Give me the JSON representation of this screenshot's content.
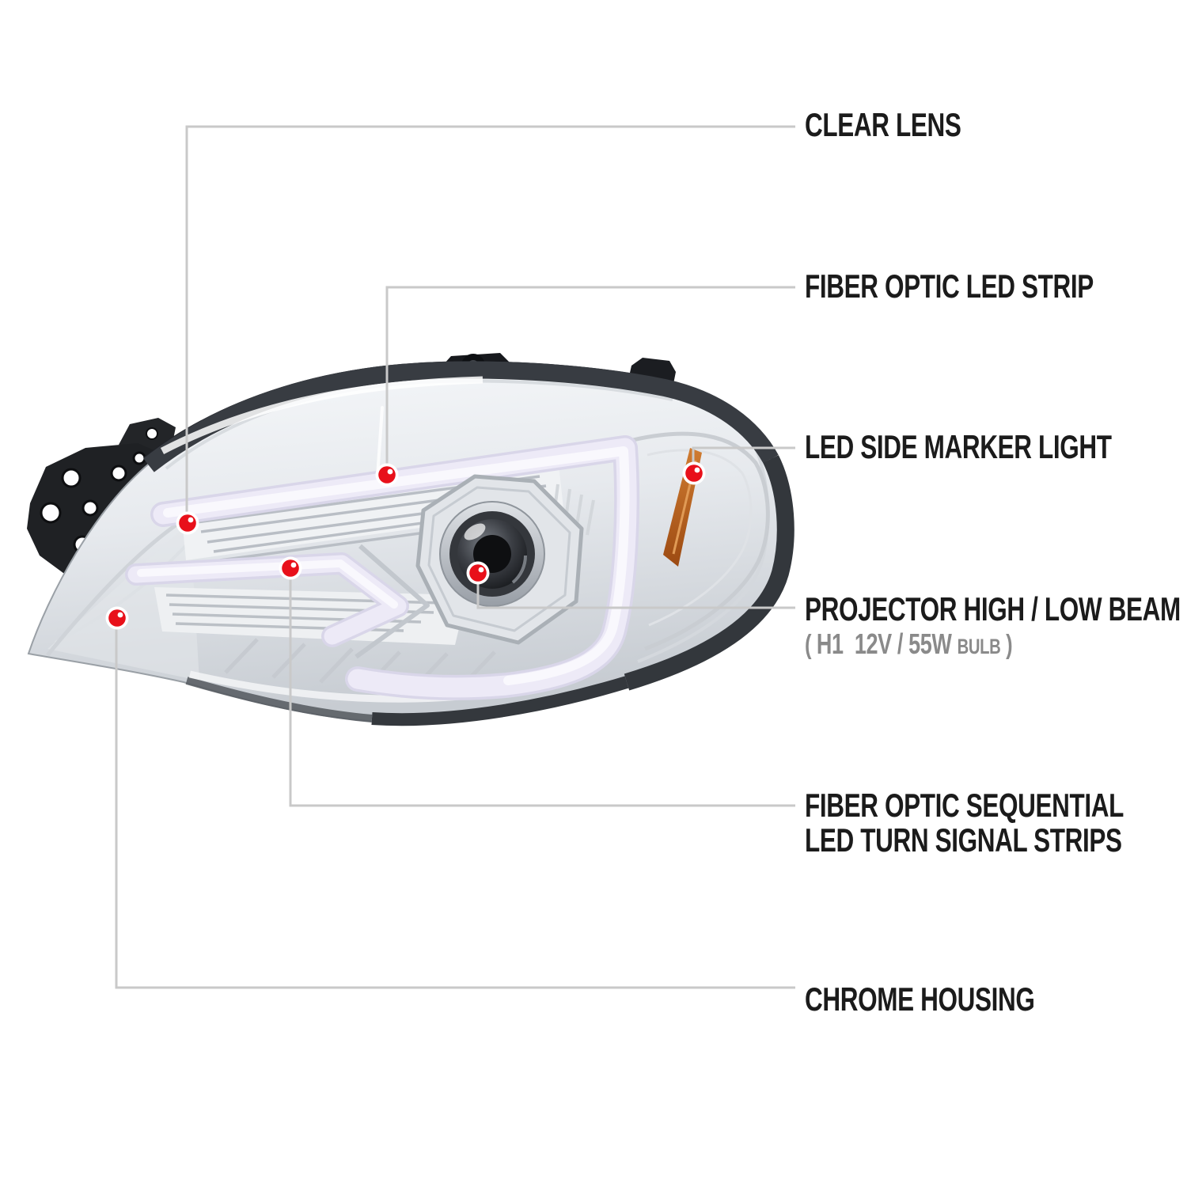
{
  "diagram": {
    "subject": "Projector headlight feature callout diagram",
    "colors": {
      "callout_dot": "#e8101a",
      "callout_line": "#c9c9c9",
      "label_text": "#1b1b1b",
      "spec_text": "#8a8a8a",
      "amber_marker": "#c06a28",
      "led_bar": "#edeaf7",
      "chrome_light": "#f2f4f6",
      "chrome_dark": "#33373c"
    },
    "callouts": [
      {
        "id": "clear-lens",
        "label": "CLEAR LENS"
      },
      {
        "id": "fiber-optic-led-strip",
        "label": "FIBER OPTIC LED STRIP"
      },
      {
        "id": "led-side-marker-light",
        "label": "LED SIDE MARKER LIGHT"
      },
      {
        "id": "projector-high-low-beam",
        "label": "PROJECTOR HIGH / LOW BEAM",
        "spec_open": "( ",
        "spec_value": "H1  12V / 55W ",
        "spec_unit": "BULB",
        "spec_close": " )"
      },
      {
        "id": "fiber-optic-sequential-turn-signal",
        "label_line1": "FIBER OPTIC SEQUENTIAL",
        "label_line2": "LED TURN SIGNAL STRIPS"
      },
      {
        "id": "chrome-housing",
        "label": "CHROME HOUSING"
      }
    ]
  }
}
